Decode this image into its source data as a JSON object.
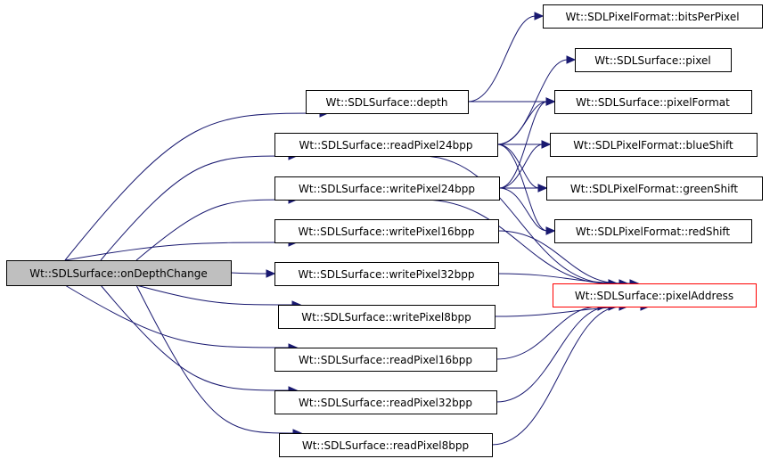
{
  "graph": {
    "nodes": [
      {
        "id": "onDepthChange",
        "label": "Wt::SDLSurface::onDepthChange",
        "style": "root"
      },
      {
        "id": "depth",
        "label": "Wt::SDLSurface::depth"
      },
      {
        "id": "readPixel24bpp",
        "label": "Wt::SDLSurface::readPixel24bpp"
      },
      {
        "id": "writePixel24bpp",
        "label": "Wt::SDLSurface::writePixel24bpp"
      },
      {
        "id": "writePixel16bpp",
        "label": "Wt::SDLSurface::writePixel16bpp"
      },
      {
        "id": "writePixel32bpp",
        "label": "Wt::SDLSurface::writePixel32bpp"
      },
      {
        "id": "writePixel8bpp",
        "label": "Wt::SDLSurface::writePixel8bpp"
      },
      {
        "id": "readPixel16bpp",
        "label": "Wt::SDLSurface::readPixel16bpp"
      },
      {
        "id": "readPixel32bpp",
        "label": "Wt::SDLSurface::readPixel32bpp"
      },
      {
        "id": "readPixel8bpp",
        "label": "Wt::SDLSurface::readPixel8bpp"
      },
      {
        "id": "bitsPerPixel",
        "label": "Wt::SDLPixelFormat::bitsPerPixel"
      },
      {
        "id": "pixel",
        "label": "Wt::SDLSurface::pixel"
      },
      {
        "id": "pixelFormat",
        "label": "Wt::SDLSurface::pixelFormat"
      },
      {
        "id": "blueShift",
        "label": "Wt::SDLPixelFormat::blueShift"
      },
      {
        "id": "greenShift",
        "label": "Wt::SDLPixelFormat::greenShift"
      },
      {
        "id": "redShift",
        "label": "Wt::SDLPixelFormat::redShift"
      },
      {
        "id": "pixelAddress",
        "label": "Wt::SDLSurface::pixelAddress",
        "style": "warn"
      }
    ],
    "edges": [
      {
        "from": "onDepthChange",
        "to": "depth"
      },
      {
        "from": "onDepthChange",
        "to": "readPixel24bpp"
      },
      {
        "from": "onDepthChange",
        "to": "writePixel24bpp"
      },
      {
        "from": "onDepthChange",
        "to": "writePixel16bpp"
      },
      {
        "from": "onDepthChange",
        "to": "writePixel32bpp"
      },
      {
        "from": "onDepthChange",
        "to": "writePixel8bpp"
      },
      {
        "from": "onDepthChange",
        "to": "readPixel16bpp"
      },
      {
        "from": "onDepthChange",
        "to": "readPixel32bpp"
      },
      {
        "from": "onDepthChange",
        "to": "readPixel8bpp"
      },
      {
        "from": "depth",
        "to": "bitsPerPixel"
      },
      {
        "from": "depth",
        "to": "pixelFormat"
      },
      {
        "from": "readPixel24bpp",
        "to": "pixel"
      },
      {
        "from": "readPixel24bpp",
        "to": "pixelFormat"
      },
      {
        "from": "readPixel24bpp",
        "to": "blueShift"
      },
      {
        "from": "readPixel24bpp",
        "to": "greenShift"
      },
      {
        "from": "readPixel24bpp",
        "to": "redShift"
      },
      {
        "from": "readPixel24bpp",
        "to": "pixelAddress"
      },
      {
        "from": "writePixel24bpp",
        "to": "pixelFormat"
      },
      {
        "from": "writePixel24bpp",
        "to": "blueShift"
      },
      {
        "from": "writePixel24bpp",
        "to": "greenShift"
      },
      {
        "from": "writePixel24bpp",
        "to": "redShift"
      },
      {
        "from": "writePixel24bpp",
        "to": "pixelAddress"
      },
      {
        "from": "writePixel16bpp",
        "to": "pixelAddress"
      },
      {
        "from": "writePixel32bpp",
        "to": "pixelAddress"
      },
      {
        "from": "writePixel8bpp",
        "to": "pixelAddress"
      },
      {
        "from": "readPixel16bpp",
        "to": "pixelAddress"
      },
      {
        "from": "readPixel32bpp",
        "to": "pixelAddress"
      },
      {
        "from": "readPixel8bpp",
        "to": "pixelAddress"
      }
    ],
    "colors": {
      "edge": "#191970",
      "root_fill": "#bfbfbf",
      "warn_border": "#ff0000",
      "node_border": "#000000"
    }
  }
}
